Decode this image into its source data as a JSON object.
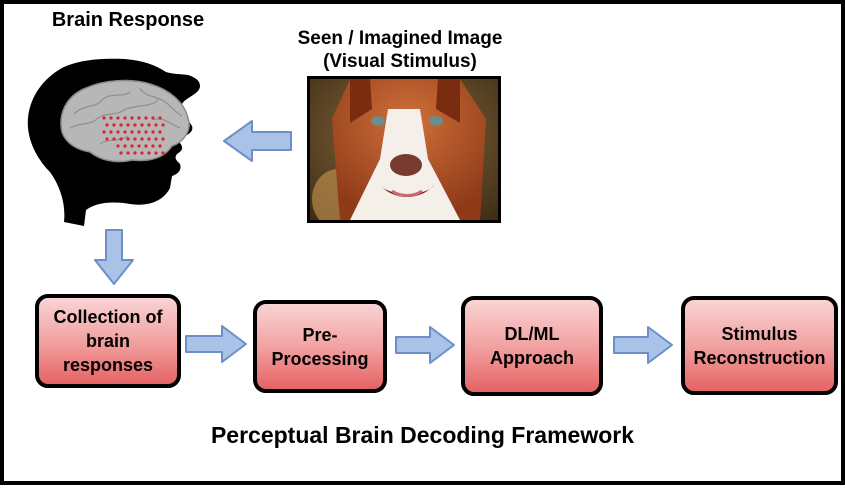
{
  "title_brain": "Brain Response",
  "stimulus": {
    "line1": "Seen / Imagined Image",
    "line2": "(Visual Stimulus)"
  },
  "steps": [
    {
      "label": "Collection of\nbrain\nresponses"
    },
    {
      "label": "Pre-\nProcessing"
    },
    {
      "label": "DL/ML\nApproach"
    },
    {
      "label": "Stimulus\nReconstruction"
    }
  ],
  "footer": "Perceptual Brain Decoding Framework",
  "colors": {
    "box_top": "#f9d4d4",
    "box_bottom": "#e56363",
    "arrow_fill": "#a9c2e8",
    "arrow_stroke": "#6d8fc7",
    "brain": "#b7b7b7",
    "brain_dots": "#e0202a"
  },
  "icons": [
    "head-silhouette-icon",
    "brain-icon",
    "dog-photo"
  ]
}
